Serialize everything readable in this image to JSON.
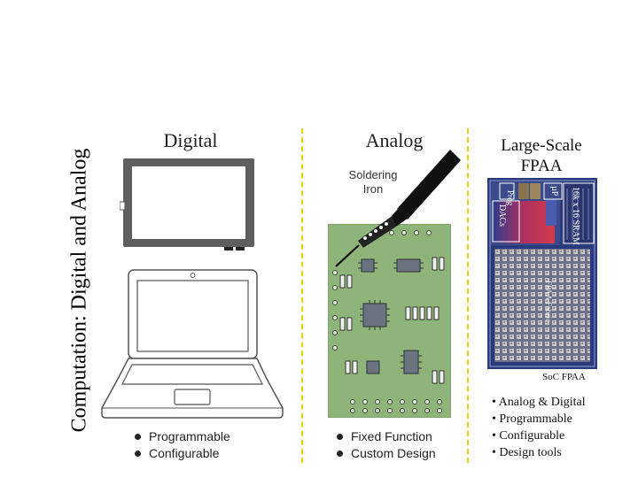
{
  "slide": {
    "vertical_title": "Computation: Digital and Analog"
  },
  "digital": {
    "title": "Digital",
    "bullets": [
      "Programmable",
      "Configurable"
    ],
    "icons": [
      "tablet-icon",
      "laptop-icon"
    ]
  },
  "analog": {
    "title": "Analog",
    "tool_label_line1": "Soldering",
    "tool_label_line2": "Iron",
    "bullets": [
      "Fixed Function",
      "Custom Design"
    ],
    "icons": [
      "soldering-iron-icon",
      "circuit-board-icon"
    ]
  },
  "fpaa": {
    "title_line1": "Large-Scale",
    "title_line2": "FPAA",
    "chip_labels": {
      "prog": "Prog",
      "up": "µP",
      "sram": "16k x 16 SRAM",
      "dacs": "DACs",
      "fabric": "FPAA Fabric"
    },
    "caption": "SoC FPAA",
    "bullets": [
      "• Analog & Digital",
      "• Programmable",
      "• Configurable",
      "• Design tools"
    ]
  },
  "colors": {
    "divider": "#e6d200",
    "board": "#8fb47a",
    "chip_bg": "#2b3a7a",
    "device_frame": "#5a5a5a"
  }
}
